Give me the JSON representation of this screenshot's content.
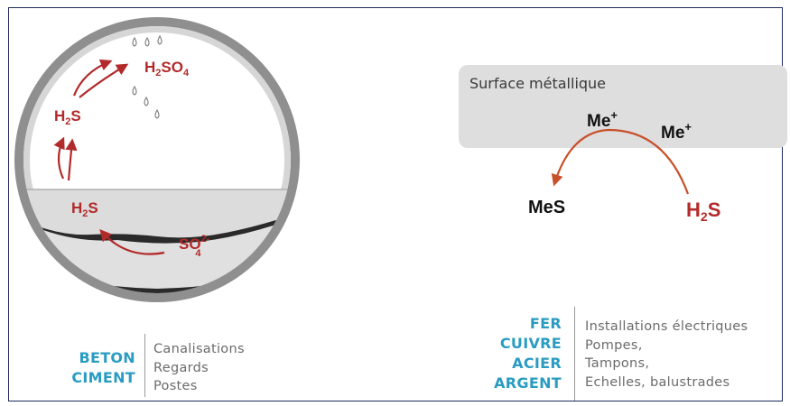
{
  "left_diagram": {
    "labels": {
      "h2so4": {
        "base": "H",
        "sub1": "2",
        "mid": "SO",
        "sub2": "4"
      },
      "h2s_top": {
        "base": "H",
        "sub": "2",
        "tail": "S"
      },
      "h2s_bottom": {
        "base": "H",
        "sub": "2",
        "tail": "S"
      },
      "so4": {
        "base": "SO",
        "sub": "4",
        "sup": "2-"
      }
    },
    "colors": {
      "reaction_red": "#b22a2a",
      "pipe_gray": "#8f8f8f",
      "sewage_dark": "#2a2a2a"
    }
  },
  "right_diagram": {
    "surface_label": "Surface métallique",
    "me_left": {
      "base": "Me",
      "sup": "+"
    },
    "me_right": {
      "base": "Me",
      "sup": "+"
    },
    "product": "MeS",
    "reactant": {
      "base": "H",
      "sub": "2",
      "tail": "S"
    },
    "colors": {
      "arrow": "#c8502a",
      "reactant_red": "#b22a2a",
      "panel": "#dedede"
    }
  },
  "left_materials": [
    "BETON",
    "CIMENT"
  ],
  "left_uses": [
    "Canalisations",
    "Regards",
    "Postes"
  ],
  "right_materials": [
    "FER",
    "CUIVRE",
    "ACIER",
    "ARGENT"
  ],
  "right_uses": [
    "Installations électriques",
    "Pompes,",
    "Tampons,",
    "Echelles, balustrades"
  ],
  "accent_color": "#2a9cc2"
}
